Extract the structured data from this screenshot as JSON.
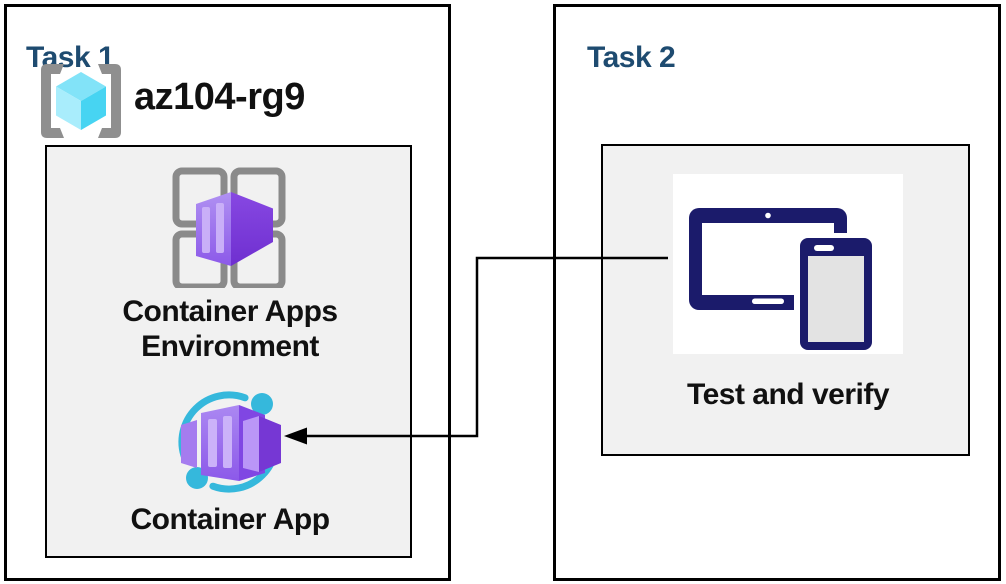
{
  "diagram": {
    "task1": {
      "title": "Task 1",
      "resource_group": {
        "name": "az104-rg9",
        "icon": "resource-group-icon"
      },
      "nodes": [
        {
          "id": "container-apps-environment",
          "label": "Container Apps Environment",
          "icon": "container-apps-environment-icon"
        },
        {
          "id": "container-app",
          "label": "Container App",
          "icon": "container-app-icon"
        }
      ]
    },
    "task2": {
      "title": "Task 2",
      "nodes": [
        {
          "id": "test-and-verify",
          "label": "Test and verify",
          "icon": "tablet-phone-devices-icon"
        }
      ]
    },
    "connector": {
      "from": "test-and-verify",
      "to": "container-app",
      "style": "elbow-arrow-left"
    },
    "colors": {
      "task_title_blue": "#1E4B70",
      "box_border": "#000000",
      "inner_panel_bg": "#F1F1F1",
      "azure_purple_dark": "#7637D4",
      "azure_purple_mid": "#8C59E9",
      "azure_purple_light": "#CBB2F9",
      "container_cyan": "#35B8DC",
      "resource_group_cyan_top": "#82E3F8",
      "resource_group_cyan_light": "#A9EDFC",
      "resource_group_cyan_dark": "#47D4F2",
      "bracket_gray": "#8F8F8F",
      "frame_gray": "#8A8A8A",
      "device_navy": "#1B1B6B",
      "device_screen_gray": "#E3E3E3"
    }
  }
}
